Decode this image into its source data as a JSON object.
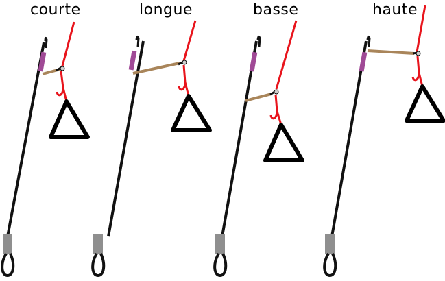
{
  "labels": {
    "courte": "courte",
    "longue": "longue",
    "basse": "basse",
    "haute": "haute"
  },
  "colors": {
    "rod": "#111111",
    "tip_wrap": "#a04a96",
    "grip": "#8f8f8f",
    "line": "#e8141c",
    "bar": "#a9855a",
    "triangle": "#000000",
    "swivel": "#cfcfcf"
  },
  "icons": [
    "rod-icon",
    "red-line-icon",
    "swivel-icon",
    "triangle-icon",
    "bar-icon",
    "loop-icon"
  ]
}
